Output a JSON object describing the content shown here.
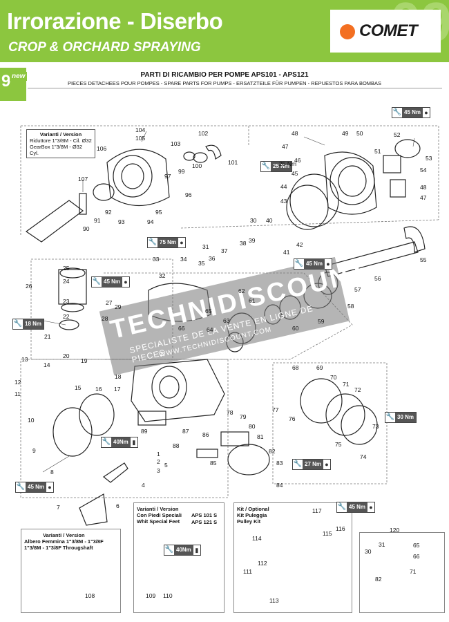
{
  "header": {
    "title": "Irrorazione - Diserbo",
    "subtitle": "CROP & ORCHARD SPRAYING",
    "section_number": "09",
    "brand": "COMET",
    "brand_color": "#f36f21",
    "header_color": "#8cc63f"
  },
  "page": {
    "number": "9",
    "badge": "new",
    "title": "PARTI DI RICAMBIO PER POMPE APS101 - APS121",
    "subtitle": "PIECES DETACHEES POUR POMPES - SPARE PARTS FOR PUMPS - ERSATZTEILE FÜR PUMPEN - REPUESTOS PARA BOMBAS"
  },
  "torque": {
    "t45_top": "45 Nm",
    "t25": "25 Nm",
    "t75": "75 Nm",
    "t45_mid": "45 Nm",
    "t45_left": "45 Nm",
    "t18": "18 Nm",
    "t40_mid": "40Nm",
    "t30": "30 Nm",
    "t27": "27 Nm",
    "t45_bottom": "45 Nm",
    "t40_feet": "40Nm",
    "t45_pulley": "45 Nm"
  },
  "variants": {
    "top": {
      "title": "Varianti / Version",
      "line1": "Riduttore 1\"3/8M - Cil. Ø32",
      "line2": "GearBox 1\"3/8M - Ø32 Cyl."
    },
    "shaft": {
      "title": "Varianti / Version",
      "line1": "Albero Femmina 1\"3/8M - 1\"3/8F",
      "line2": "1\"3/8M - 1\"3/8F Througshaft"
    },
    "feet": {
      "title1": "Varianti / Version",
      "title2": "Con Piedi Speciali",
      "title3": "Whit Special Feet",
      "model1": "APS 101 S",
      "model2": "APS 121 S"
    },
    "pulley": {
      "title1": "Kit / Optional",
      "title2": "Kit Puleggia",
      "title3": "Pulley Kit"
    }
  },
  "watermark": {
    "line1": "TECHNIDISCOUNT",
    "line2": "SPECIALISTE DE LA VENTE EN LIGNE DE PIECES",
    "line3": "WWW.TECHNIDISCOUNT.COM"
  },
  "part_labels": [
    "104",
    "105",
    "103",
    "102",
    "106",
    "101",
    "100",
    "99",
    "97",
    "107",
    "96",
    "92",
    "95",
    "91",
    "93",
    "94",
    "90",
    "48",
    "49",
    "50",
    "51",
    "52",
    "47",
    "53",
    "46",
    "25 Nm",
    "45",
    "54",
    "44",
    "48",
    "43",
    "47",
    "30",
    "40",
    "33",
    "34",
    "31",
    "42",
    "37",
    "38",
    "39",
    "41",
    "35",
    "36",
    "55",
    "32",
    "56",
    "26",
    "25",
    "24",
    "57",
    "23",
    "62",
    "61",
    "58",
    "22",
    "27",
    "28",
    "29",
    "65",
    "63",
    "59",
    "60",
    "21",
    "64",
    "66",
    "20",
    "19",
    "13",
    "14",
    "68",
    "69",
    "18",
    "70",
    "71",
    "12",
    "11",
    "15",
    "16",
    "17",
    "72",
    "10",
    "77",
    "78",
    "76",
    "89",
    "87",
    "79",
    "73",
    "86",
    "80",
    "81",
    "9",
    "88",
    "1",
    "2",
    "82",
    "3",
    "85",
    "5",
    "83",
    "75",
    "74",
    "8",
    "84",
    "4",
    "6",
    "7",
    "117",
    "120",
    "116",
    "65",
    "115",
    "66",
    "114",
    "31",
    "30",
    "112",
    "111",
    "71",
    "108",
    "109",
    "110",
    "113",
    "82"
  ]
}
